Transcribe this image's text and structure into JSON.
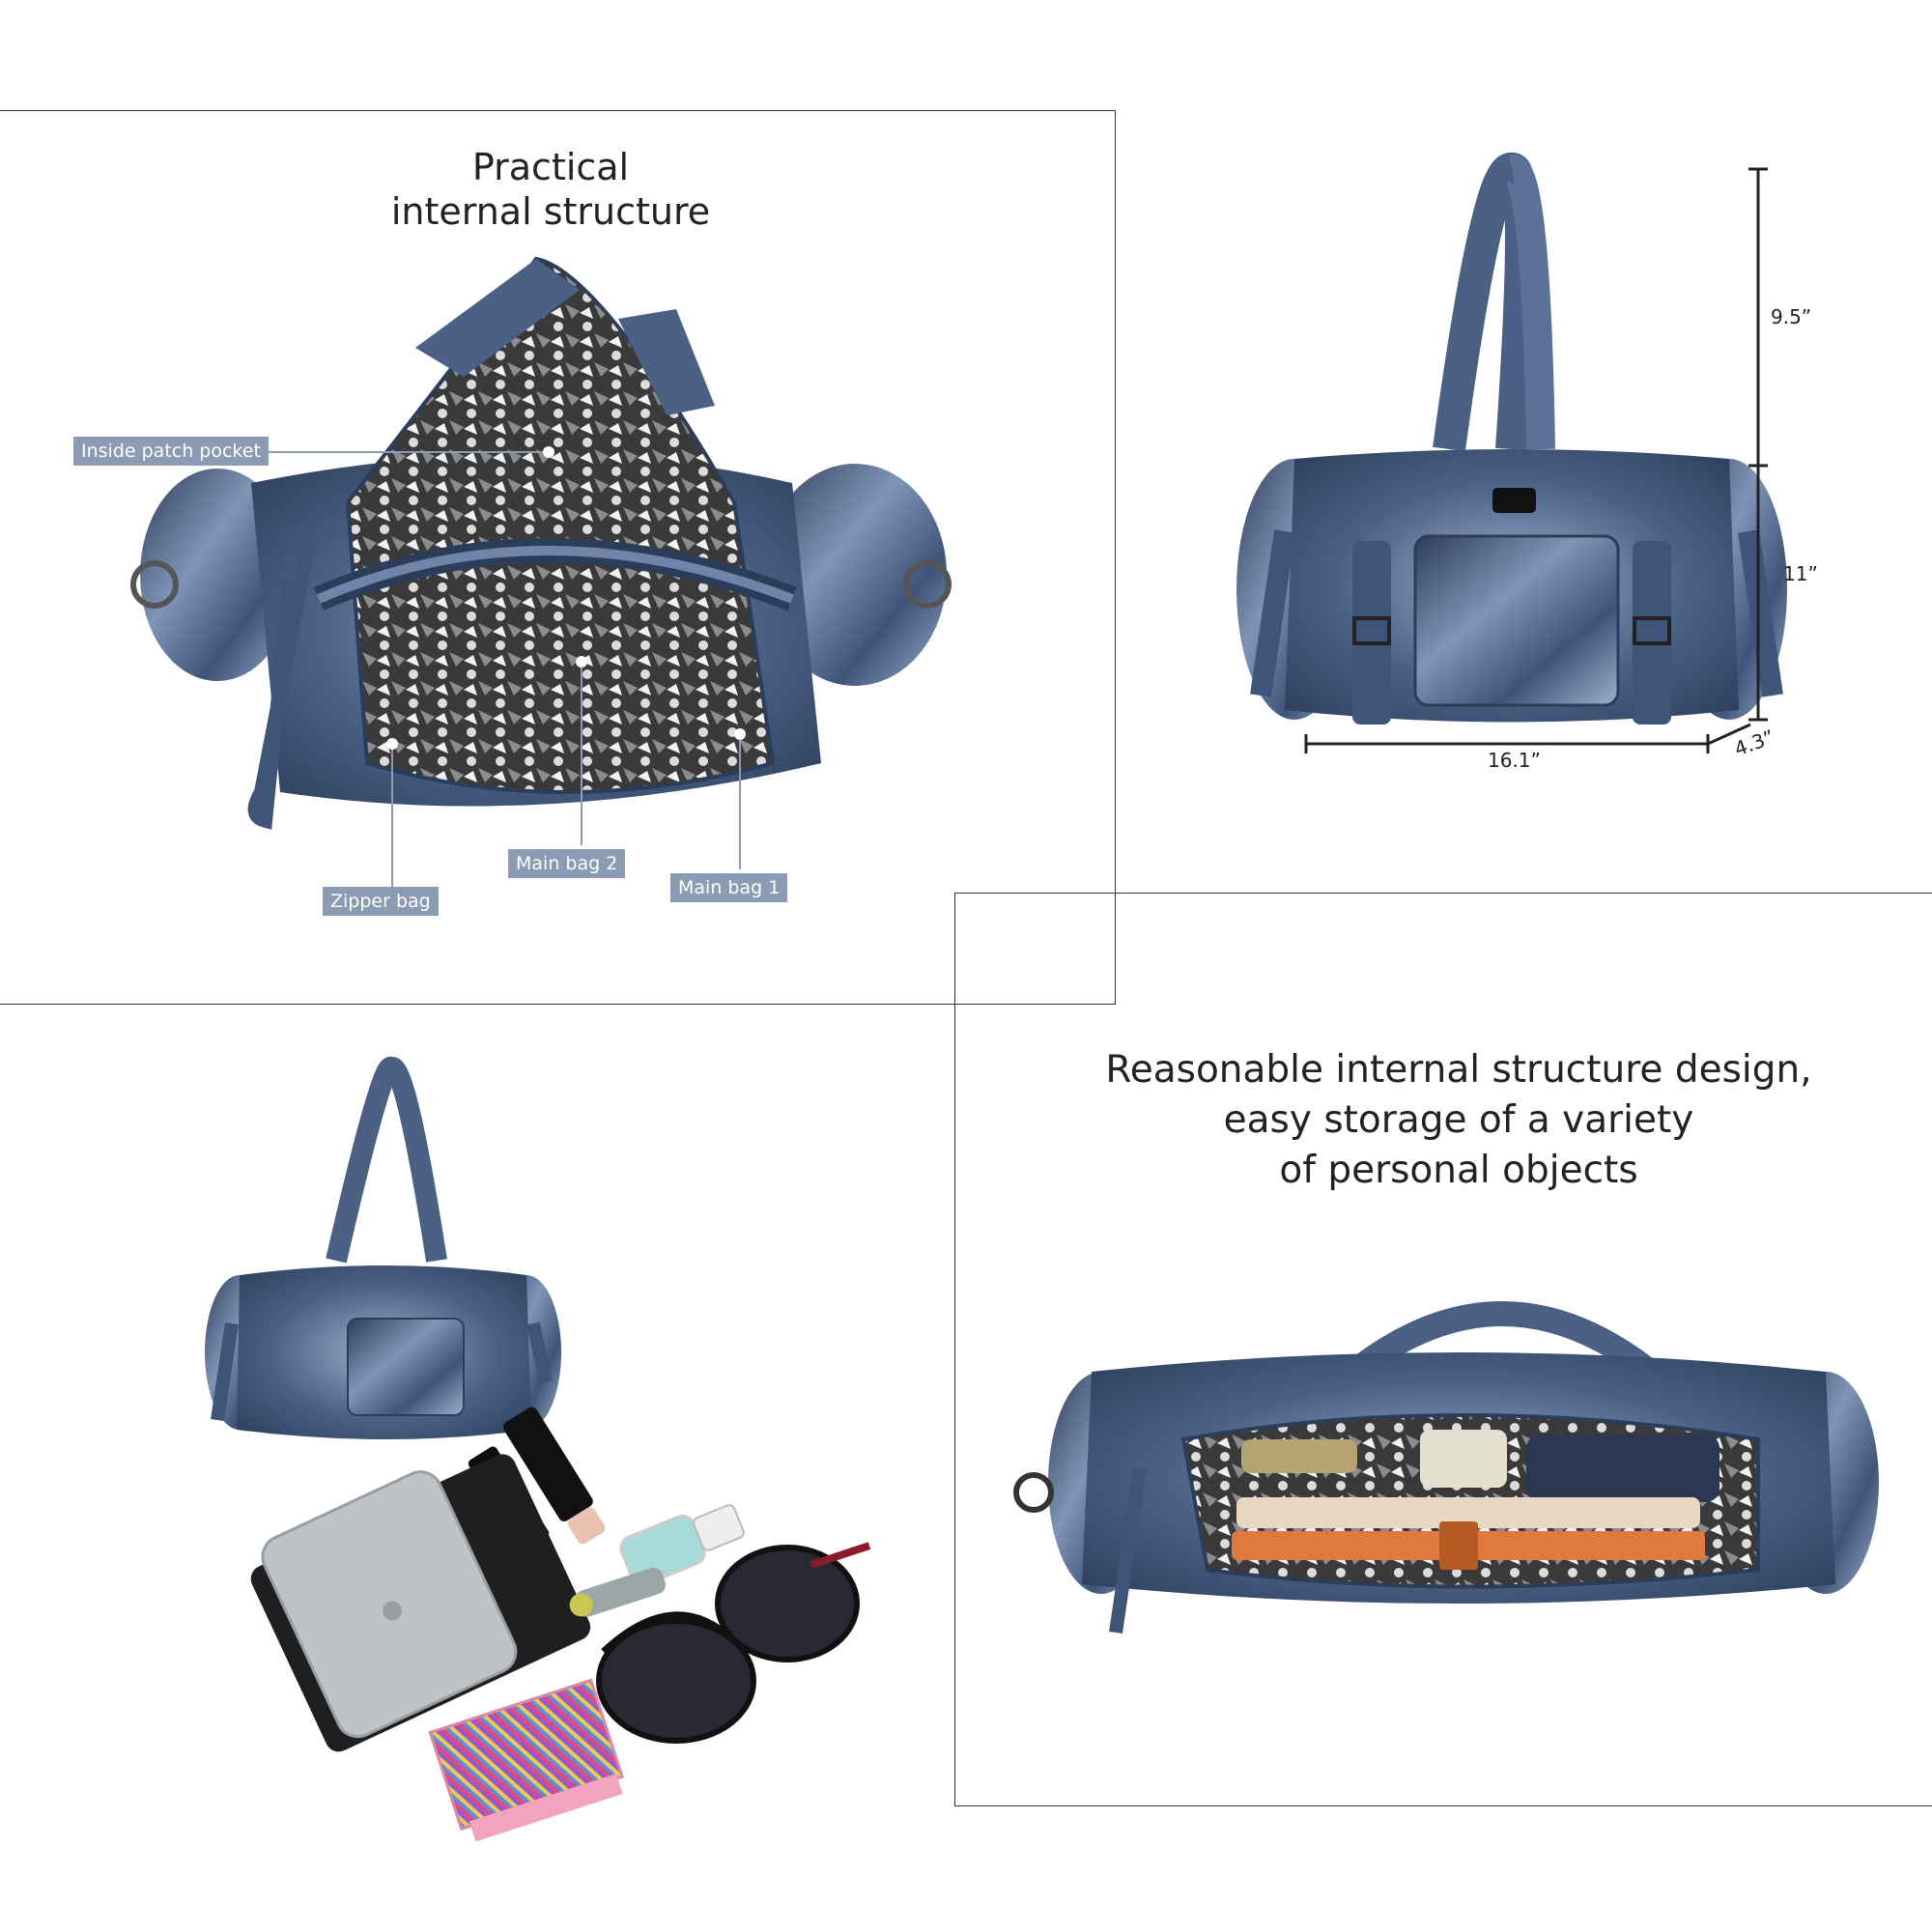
{
  "panels": {
    "top_left": {
      "title": "Practical\ninternal structure",
      "callouts": {
        "inside_patch_pocket": "Inside patch pocket",
        "main_bag_2": "Main bag 2",
        "main_bag_1": "Main bag 1",
        "zipper_bag": "Zipper bag"
      }
    },
    "top_right": {
      "dimensions": {
        "strap_drop": "9.5”",
        "height": "11”",
        "width": "16.1”",
        "depth": "4.3”"
      }
    },
    "bottom_right": {
      "title": "Reasonable internal structure design,\neasy storage of a variety\nof personal objects"
    }
  },
  "colors": {
    "bag_main": "#4a6185",
    "bag_dark": "#2c3d5a",
    "bag_light": "#9db0cc",
    "callout_bg": "#8a9bb3",
    "border": "#333333"
  }
}
